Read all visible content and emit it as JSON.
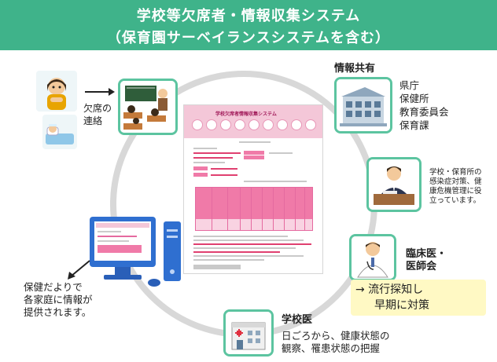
{
  "banner": {
    "line1": "学校等欠席者・情報収集システム",
    "line2": "（保育園サーベイランスシステムを含む）"
  },
  "absence": {
    "line1": "欠席の",
    "line2": "連絡"
  },
  "info_share": {
    "title": "情報共有",
    "items": [
      "県庁",
      "保健所",
      "教育委員会",
      "保育課"
    ]
  },
  "school_staff": {
    "lines": [
      "学校・保育所の",
      "感染症対策、健",
      "康危機管理に役",
      "立っています。"
    ]
  },
  "clinician": {
    "title_line1": "臨床医・",
    "title_line2": "医師会",
    "callout_line1": "→ 流行探知し",
    "callout_line2": "早期に対策"
  },
  "school_doctor": {
    "title": "学校医",
    "line1": "日ごろから、健康状態の",
    "line2": "観察、罹患状態の把握"
  },
  "family": {
    "lines": [
      "保健だよりで",
      "各家庭に情報が",
      "提供されます。"
    ]
  },
  "webpage": {
    "title": "学校欠席者情報収集システム"
  },
  "colors": {
    "banner": "#3fb38a",
    "tile_border": "#5cc4a0",
    "ring": "#d8d8d8",
    "web_accent": "#e56aa0",
    "callout_bg": "#fff9c4"
  }
}
